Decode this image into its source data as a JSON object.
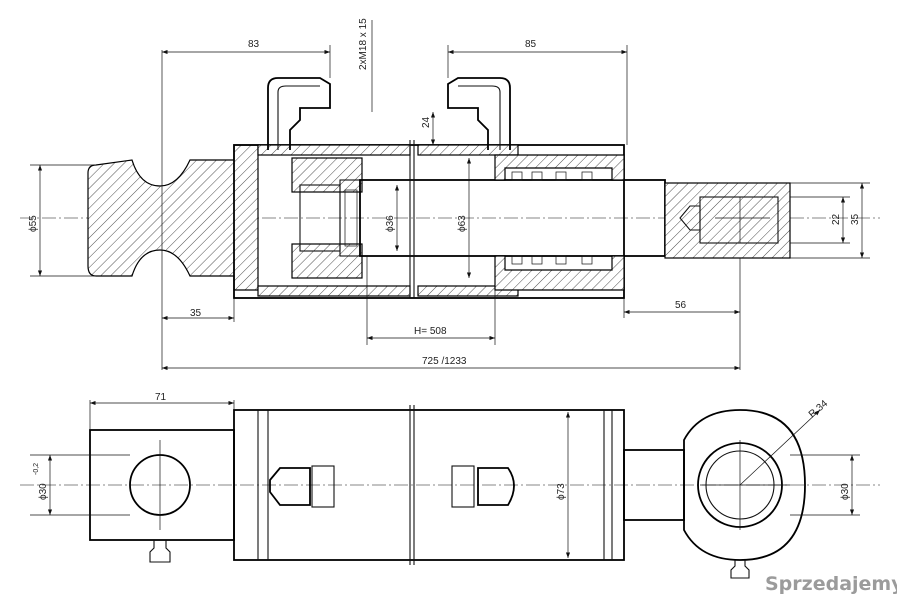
{
  "dimensions": {
    "top_left_length": "83",
    "port_thread": "2xM18 x 15",
    "top_right_length": "85",
    "port_height": "24",
    "diameter_55": "ϕ55",
    "diameter_36": "ϕ36",
    "diameter_63": "ϕ63",
    "eye_22": "22",
    "eye_35": "35",
    "clevis_35": "35",
    "rear_56": "56",
    "stroke": "H= 508",
    "overall_length": "725 /1233",
    "clevis_length": "71",
    "pin_diameter_left": "ϕ30",
    "pin_tolerance": "-0,2",
    "barrel_diameter": "ϕ73",
    "eye_radius": "R 34",
    "pin_diameter_right": "ϕ30"
  },
  "watermark": "Sprzedajemy.pl"
}
